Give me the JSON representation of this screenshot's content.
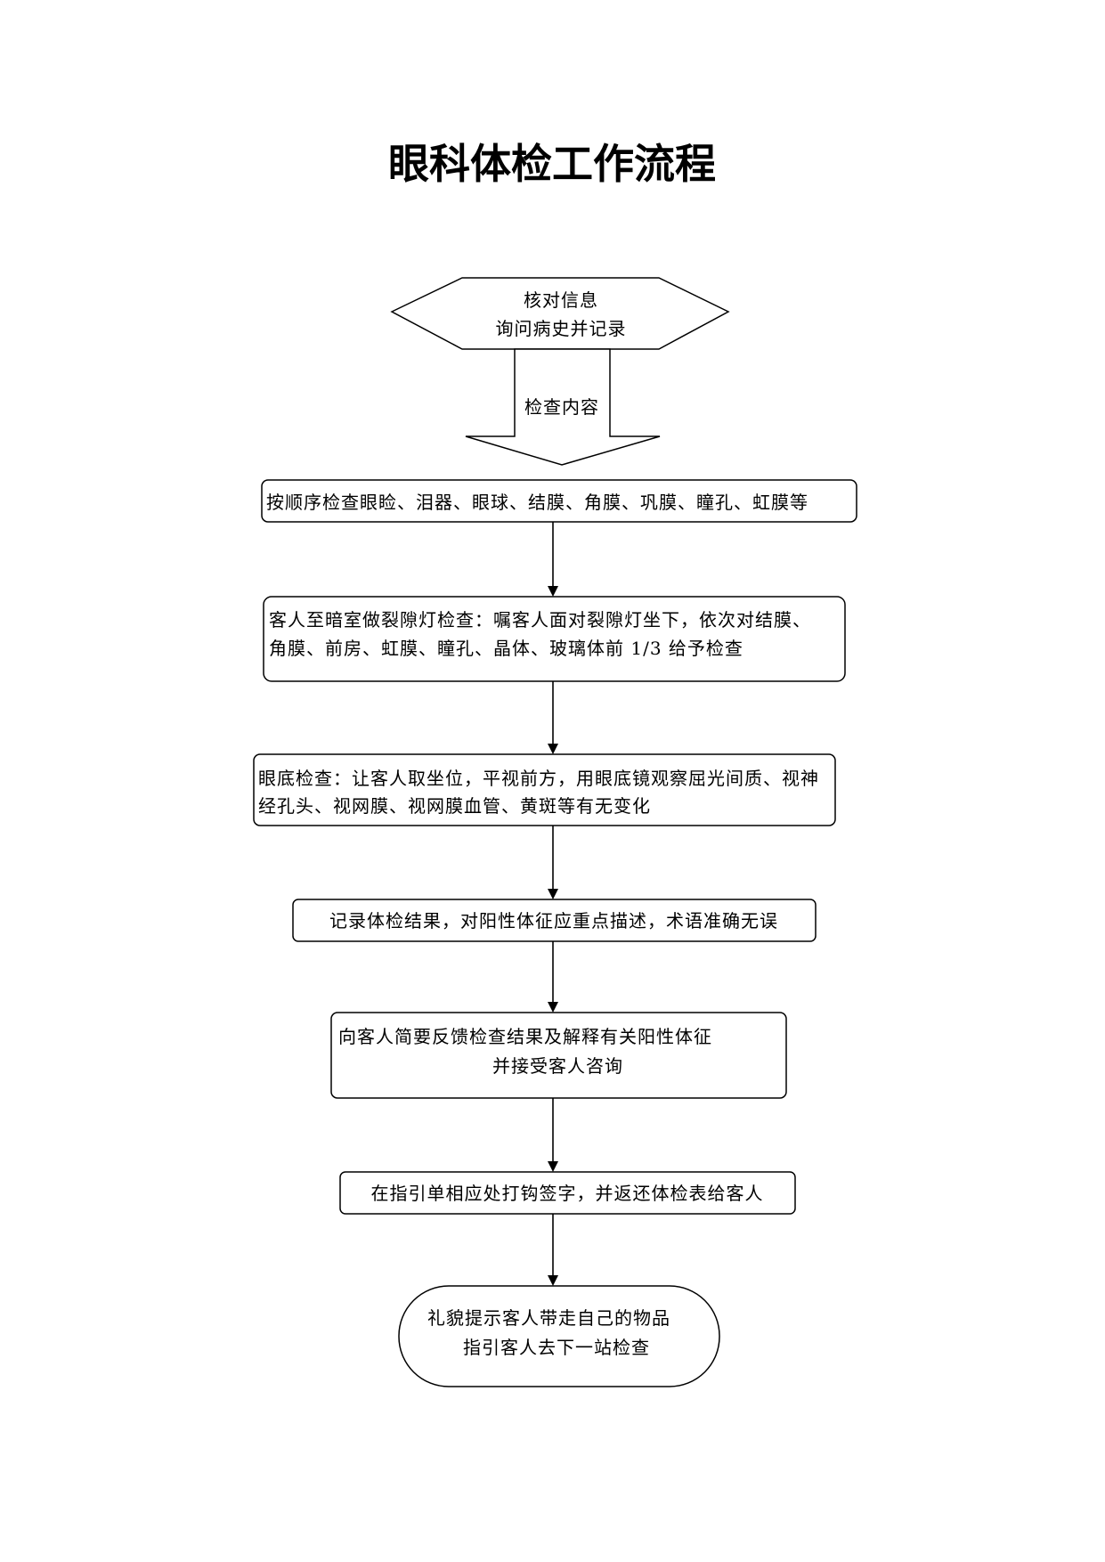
{
  "title": "眼科体检工作流程",
  "nodes": [
    {
      "id": "n1",
      "lines": [
        "核对信息",
        "询问病史并记录"
      ]
    },
    {
      "id": "n2",
      "lines": [
        "检查内容"
      ]
    },
    {
      "id": "n3",
      "lines": [
        "按顺序检查眼睑、泪器、眼球、结膜、角膜、巩膜、瞳孔、虹膜等"
      ]
    },
    {
      "id": "n4",
      "lines": [
        "客人至暗室做裂隙灯检查：嘱客人面对裂隙灯坐下，依次对结膜、",
        "角膜、前房、虹膜、瞳孔、晶体、玻璃体前 1/3 给予检查"
      ]
    },
    {
      "id": "n5",
      "lines": [
        "眼底检查：让客人取坐位，平视前方，用眼底镜观察屈光间质、视神",
        "经孔头、视网膜、视网膜血管、黄斑等有无变化"
      ]
    },
    {
      "id": "n6",
      "lines": [
        "记录体检结果，对阳性体征应重点描述，术语准确无误"
      ]
    },
    {
      "id": "n7",
      "lines": [
        "向客人简要反馈检查结果及解释有关阳性体征",
        "并接受客人咨询"
      ]
    },
    {
      "id": "n8",
      "lines": [
        "在指引单相应处打钩签字，并返还体检表给客人"
      ]
    },
    {
      "id": "n9",
      "lines": [
        "礼貌提示客人带走自己的物品",
        "指引客人去下一站检查"
      ]
    }
  ]
}
